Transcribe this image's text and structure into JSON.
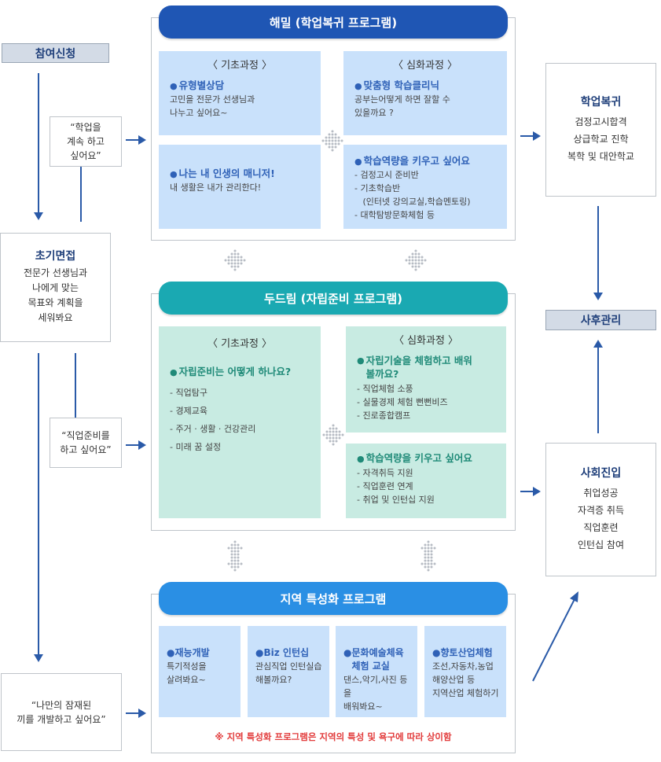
{
  "left": {
    "apply_label": "참여신청",
    "quote1": "“학업을\n계속 하고\n싶어요”",
    "initial_title": "초기면접",
    "initial_lines": [
      "전문가 선생님과",
      "나에게 맞는",
      "목표와 계획을",
      "세워봐요"
    ],
    "quote2": "“직업준비를\n하고 싶어요”",
    "quote3": "“나만의 잠재된\n끼를 개발하고 싶어요”"
  },
  "haemil": {
    "title": "해밀 (학업복귀 프로그램)",
    "basic_caption": "〈 기초과정 〉",
    "advanced_caption": "〈 심화과정 〉",
    "card1": {
      "heading": "유형별상담",
      "sub": "고민을 전문가 선생님과\n나누고 싶어요~"
    },
    "card2": {
      "heading": "맞춤형 학습클리닉",
      "sub": "공부는어떻게 하면 잘할 수\n있을까요 ?"
    },
    "card3": {
      "heading": "나는 내 인생의 매니저!",
      "sub": "내 생활은 내가 관리한다!"
    },
    "card4": {
      "heading": "학습역량을 키우고 싶어요",
      "items": [
        "- 검정고시 준비반",
        "- 기초학습반",
        "   (인터넷 강의교실,학습멘토링)",
        "- 대학탐방문화체험 등"
      ]
    }
  },
  "dudream": {
    "title": "두드림 (자립준비 프로그램)",
    "basic_caption": "〈 기초과정 〉",
    "advanced_caption": "〈 심화과정 〉",
    "card1": {
      "heading": "자립준비는 어떻게 하나요?",
      "items": [
        "- 직업탐구",
        "- 경제교육",
        "- 주거 · 생활 · 건강관리",
        "- 미래 꿈 설정"
      ]
    },
    "card2": {
      "heading": "자립기술을 체험하고 배워\n볼까요?",
      "items": [
        "- 직업체험 소풍",
        "- 실물경제 체험 뻔뻔비즈",
        "- 진로종합캠프"
      ]
    },
    "card3": {
      "heading": "학습역량을 키우고 싶어요",
      "items": [
        "- 자격취득 지원",
        "- 직업훈련 연계",
        "- 취업 및 인턴십 지원"
      ]
    }
  },
  "regional": {
    "title": "지역 특성화 프로그램",
    "cards": [
      {
        "heading": "재능개발",
        "sub": "특기적성을\n살려봐요~"
      },
      {
        "heading": "Biz 인턴십",
        "sub": "관심직업 인턴실습\n해볼까요?"
      },
      {
        "heading": "문화예술체육\n체험 교실",
        "sub": "댄스,악기,사진 등을\n배워봐요~"
      },
      {
        "heading": "향토산업체험",
        "sub": "조선,자동차,농업\n해양산업 등\n지역산업 체험하기"
      }
    ],
    "note": "※ 지역 특성화 프로그램은 지역의 특성 및 욕구에 따라 상이함"
  },
  "right": {
    "return_title": "학업복귀",
    "return_lines": [
      "검정고시합격",
      "상급학교 진학",
      "복학 및 대안학교"
    ],
    "aftercare": "사후관리",
    "social_title": "사회진입",
    "social_lines": [
      "취업성공",
      "자격증 취득",
      "직업훈련",
      "인턴십 참여"
    ]
  },
  "colors": {
    "haemil_header": "#1f56b4",
    "dudream_header": "#1aa9b2",
    "regional_header": "#2a8fe4",
    "arrow": "#2a5aa8",
    "note": "#e23c3c"
  }
}
